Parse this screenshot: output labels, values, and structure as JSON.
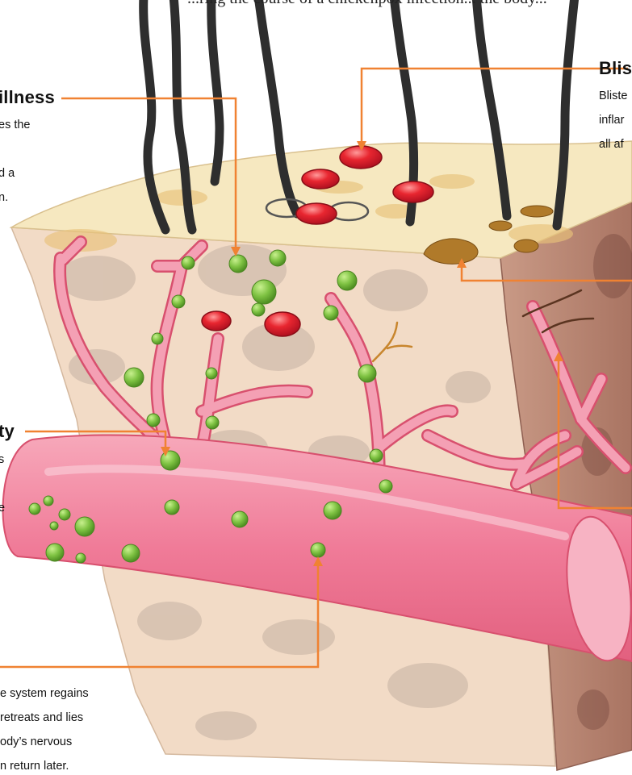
{
  "header": {
    "caption": "...ring the course of a chickenpox infection... the body..."
  },
  "callouts": {
    "illness": {
      "title": "illness",
      "lines": [
        "es the",
        "",
        "d a",
        "n."
      ]
    },
    "blister": {
      "title": "Blis",
      "lines": [
        "Bliste",
        "inflar",
        "all af"
      ]
    },
    "immunity": {
      "title": "ty",
      "lines": [
        "s",
        "",
        "e"
      ]
    },
    "latency": {
      "lines": [
        "e system regains",
        " retreats and lies",
        "ody’s nervous",
        "n return later."
      ]
    }
  },
  "colors": {
    "skin_top": "#f6e8c0",
    "dermis": "#f1dcc8",
    "blood_vessel": "#f48aa2",
    "vessel_outline": "#d8506e",
    "virus": "#7ec242",
    "blister": "#e01e2e",
    "scab": "#b07a2a",
    "hair": "#2e2e2e",
    "leader_line": "#f08232"
  }
}
